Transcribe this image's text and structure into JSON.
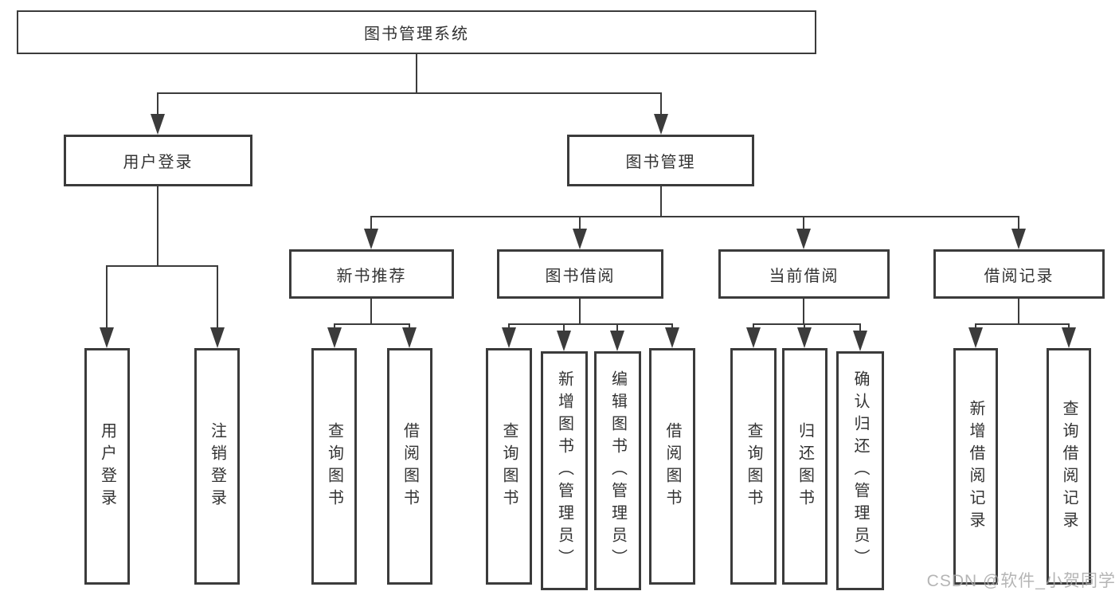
{
  "diagram_type": "hierarchy-tree",
  "colors": {
    "line": "#3b3b3b",
    "text": "#333333",
    "background": "#ffffff",
    "watermark": "#a8a8a8"
  },
  "tree": {
    "label": "图书管理系统",
    "children": [
      {
        "label": "用户登录",
        "children": [
          {
            "label": "用户登录"
          },
          {
            "label": "注销登录"
          }
        ]
      },
      {
        "label": "图书管理",
        "children": [
          {
            "label": "新书推荐",
            "children": [
              {
                "label": "查询图书"
              },
              {
                "label": "借阅图书"
              }
            ]
          },
          {
            "label": "图书借阅",
            "children": [
              {
                "label": "查询图书"
              },
              {
                "label": "新增图书（管理员）"
              },
              {
                "label": "编辑图书（管理员）"
              },
              {
                "label": "借阅图书"
              }
            ]
          },
          {
            "label": "当前借阅",
            "children": [
              {
                "label": "查询图书"
              },
              {
                "label": "归还图书"
              },
              {
                "label": "确认归还（管理员）"
              }
            ]
          },
          {
            "label": "借阅记录",
            "children": [
              {
                "label": "新增借阅记录"
              },
              {
                "label": "查询借阅记录"
              }
            ]
          }
        ]
      }
    ]
  },
  "watermark": {
    "text": "CSDN @软件_小贺同学"
  }
}
